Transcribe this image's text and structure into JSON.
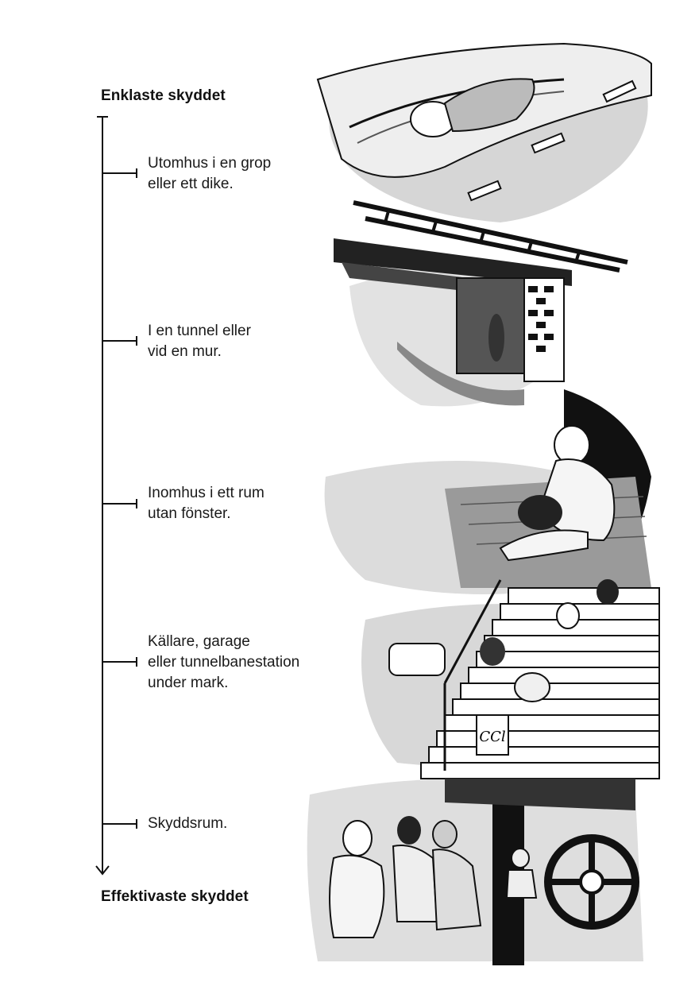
{
  "heading_top": "Enklaste skyddet",
  "heading_bottom": "Effektivaste skyddet",
  "levels": [
    {
      "lines": [
        "Utomhus i en grop",
        "eller ett dike."
      ]
    },
    {
      "lines": [
        "I en tunnel eller",
        "vid en mur."
      ]
    },
    {
      "lines": [
        "Inomhus i ett rum",
        "utan fönster."
      ]
    },
    {
      "lines": [
        "Källare, garage",
        "eller tunnelbanestation",
        "under mark."
      ]
    },
    {
      "lines": [
        "Skyddsrum."
      ]
    }
  ],
  "illustration": {
    "scenes": [
      "person-in-ditch",
      "people-under-bridge",
      "person-sitting-on-floor",
      "people-on-stairs-to-basement",
      "people-in-shelter"
    ],
    "shop_bag_text": "CCl"
  },
  "colors": {
    "ink": "#111111",
    "wash": "#cfcfcf",
    "dark_wash": "#2a2a2a"
  }
}
